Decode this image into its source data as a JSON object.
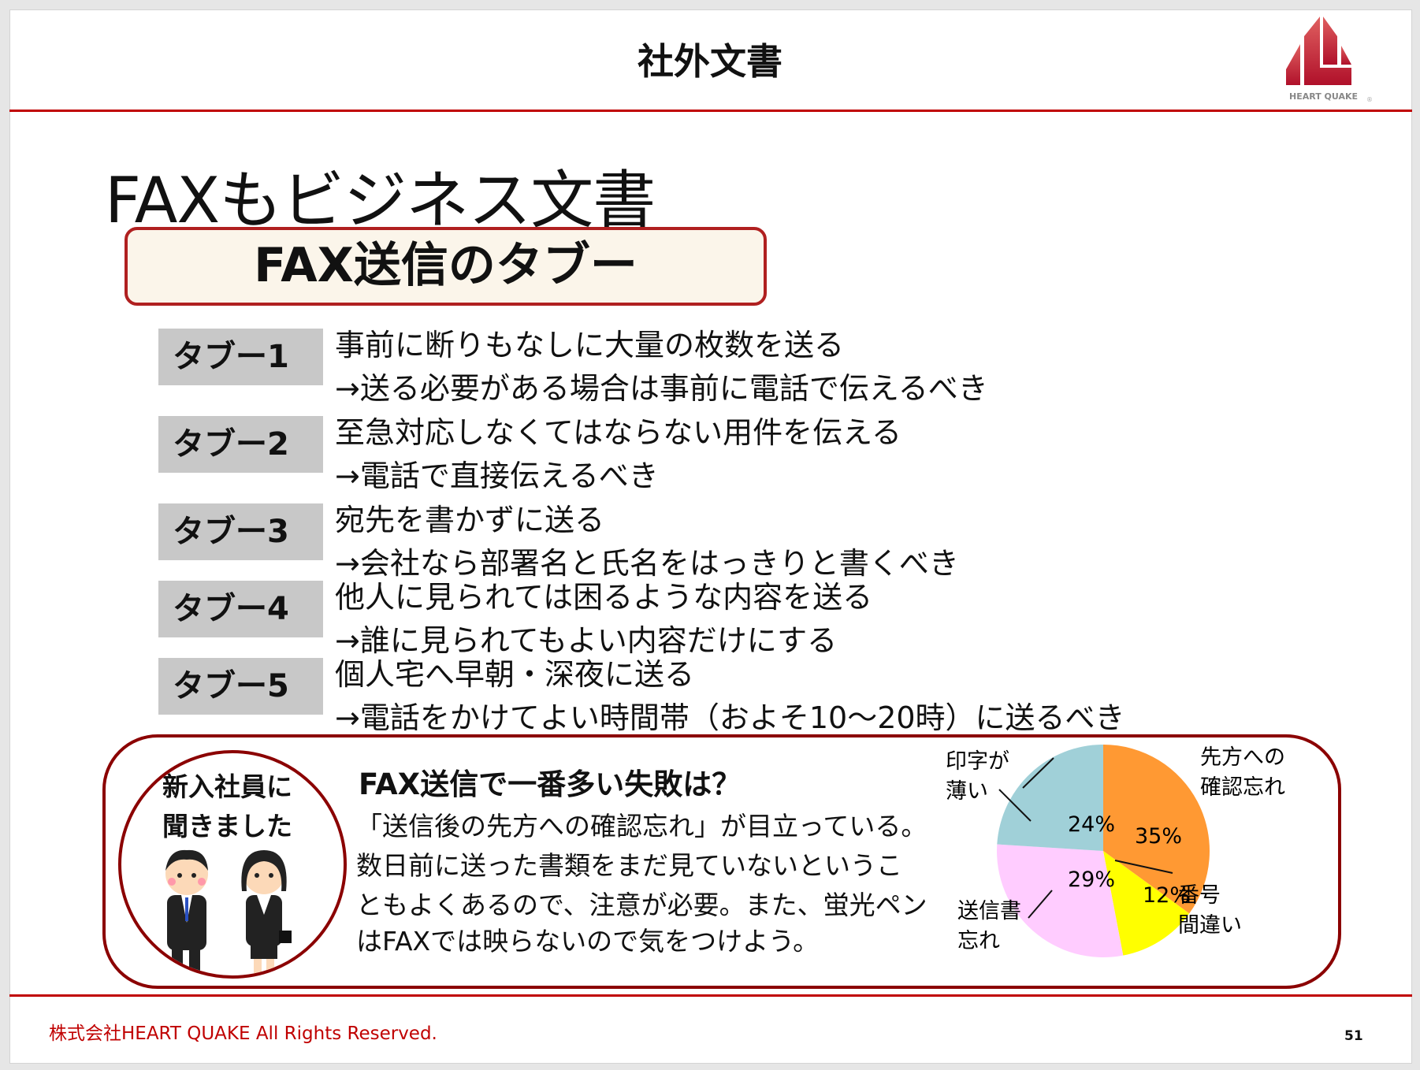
{
  "header": {
    "title": "社外文書",
    "logo_text": "HEART QUAKE",
    "logo_mark": "®"
  },
  "slide_title": "FAXもビジネス文書",
  "box_title": "FAX送信のタブー",
  "taboos": [
    {
      "label": "タブー1",
      "line1": "事前に断りもなしに大量の枚数を送る",
      "line2": "→送る必要がある場合は事前に電話で伝えるべき"
    },
    {
      "label": "タブー2",
      "line1": "至急対応しなくてはならない用件を伝える",
      "line2": "→電話で直接伝えるべき"
    },
    {
      "label": "タブー3",
      "line1": "宛先を書かずに送る",
      "line2": "→会社なら部署名と氏名をはっきりと書くべき"
    },
    {
      "label": "タブー4",
      "line1": "他人に見られては困るような内容を送る",
      "line2": "→誰に見られてもよい内容だけにする"
    },
    {
      "label": "タブー5",
      "line1": "個人宅へ早朝・深夜に送る",
      "line2": "→電話をかけてよい時間帯（およそ10～20時）に送るべき"
    }
  ],
  "survey": {
    "circle_line1": "新入社員に",
    "circle_line2": "聞きました",
    "question": "FAX送信で一番多い失敗は？",
    "body": [
      "「送信後の先方への確認忘れ」が目立っている。",
      "数日前に送った書類をまだ見ていないというこ",
      "ともよくあるので、注意が必要。また、蛍光ペン",
      "はFAXでは映らないので気をつけよう。"
    ]
  },
  "chart_data": {
    "type": "pie",
    "slices": [
      {
        "label": [
          "先方への",
          "確認忘れ"
        ],
        "value": 35,
        "display": "35%",
        "color": "#ff9933"
      },
      {
        "label": [
          "番号",
          "間違い"
        ],
        "value": 12,
        "display": "12%",
        "color": "#ffff00"
      },
      {
        "label": [
          "送信書",
          "忘れ"
        ],
        "value": 29,
        "display": "29%",
        "color": "#ffccff"
      },
      {
        "label": [
          "印字が",
          "薄い"
        ],
        "value": 24,
        "display": "24%",
        "color": "#a0d0d8"
      }
    ]
  },
  "footer": {
    "copyright": "株式会社HEART QUAKE All Rights Reserved.",
    "page": "51"
  }
}
